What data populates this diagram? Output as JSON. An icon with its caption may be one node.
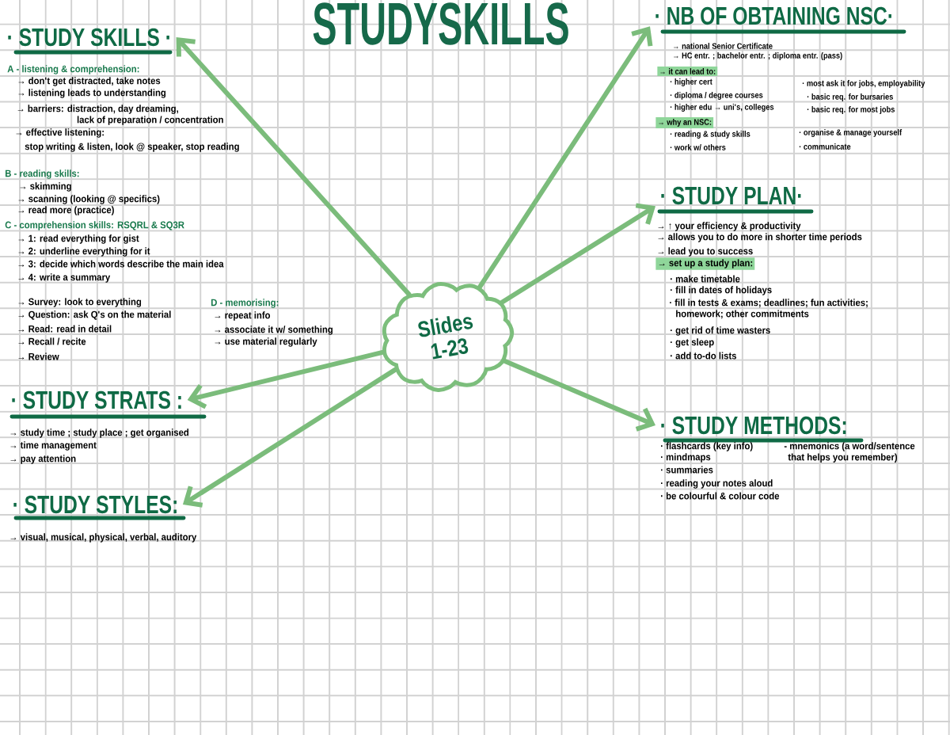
{
  "diagram": {
    "title": "STUDYSKILLS",
    "nodes": [
      {
        "text": [
          "Slides 1-23"
        ]
      },
      {
        "text": [
          "· STUDY SKILLS ·",
          "A - listening & comprehension:",
          "→ don't get distracted, take notes",
          "→ listening leads to understanding",
          "→ barriers: distraction, day dreaming, lack of preparation / concentration",
          "→ effective listening:",
          "stop writing & listen, look @ speaker, stop reading",
          "B - reading skills:",
          "→ skimming",
          "→ scanning (looking @ specifics)",
          "→ read more (practice)",
          "C - comprehension skills: RSQRL & SQ3R",
          "→ 1: read everything for gist",
          "→ 2: underline everything for it",
          "→ 3: decide which words describe the main idea",
          "→ 4: write a summary",
          "→ Survey: look to everything",
          "→ Question: ask Q's on the material",
          "→ Read: read in detail",
          "→ Recall / recite",
          "→ Review",
          "D - memorising:",
          "→ repeat info",
          "→ associate it w/ something",
          "→ use material regularly"
        ]
      },
      {
        "text": [
          "· STUDY STRATS :",
          "→ study time ; study place ; get organised",
          "→ time management",
          "→ pay attention"
        ]
      },
      {
        "text": [
          "· STUDY STYLES:",
          "→ visual, musical, physical, verbal, auditory"
        ]
      },
      {
        "text": [
          "· NB OF OBTAINING NSC·",
          "→ national Senior Certificate",
          "→ HC entr. ; bachelor entr. ; diploma entr. (pass)",
          "→ it can lead to:",
          "· higher cert",
          "· most ask it for jobs, employability",
          "· diploma / degree courses",
          "· basic req. for bursaries",
          "· higher edu → uni's, colleges",
          "· basic req. for most jobs",
          "→ why an NSC:",
          "· reading & study skills",
          "· organise & manage yourself",
          "· work w/ others",
          "· communicate"
        ]
      },
      {
        "text": [
          "· STUDY PLAN·",
          "→ ↑ your efficiency & productivity",
          "→ allows you to do more in shorter time periods",
          "→ lead you to success",
          "→ set up a study plan:",
          "· make timetable",
          "· fill in dates of holidays",
          "· fill in tests & exams; deadlines; fun activities; homework; other commitments",
          "· get rid of time wasters",
          "· get sleep",
          "· add to-do lists"
        ]
      },
      {
        "text": [
          "· STUDY METHODS:",
          "· flashcards (key info)",
          "· mindmaps",
          "· summaries",
          "· reading your notes aloud",
          "· be colourful & colour code",
          "- mnemonics (a word/sentence that helps you remember)"
        ]
      }
    ],
    "edges": [
      {
        "from": 0,
        "to": 1,
        "arrow": "to"
      },
      {
        "from": 0,
        "to": 2,
        "arrow": "to"
      },
      {
        "from": 0,
        "to": 3,
        "arrow": "to"
      },
      {
        "from": 0,
        "to": 4,
        "arrow": "to"
      },
      {
        "from": 0,
        "to": 5,
        "arrow": "to"
      },
      {
        "from": 0,
        "to": 6,
        "arrow": "to"
      }
    ]
  }
}
